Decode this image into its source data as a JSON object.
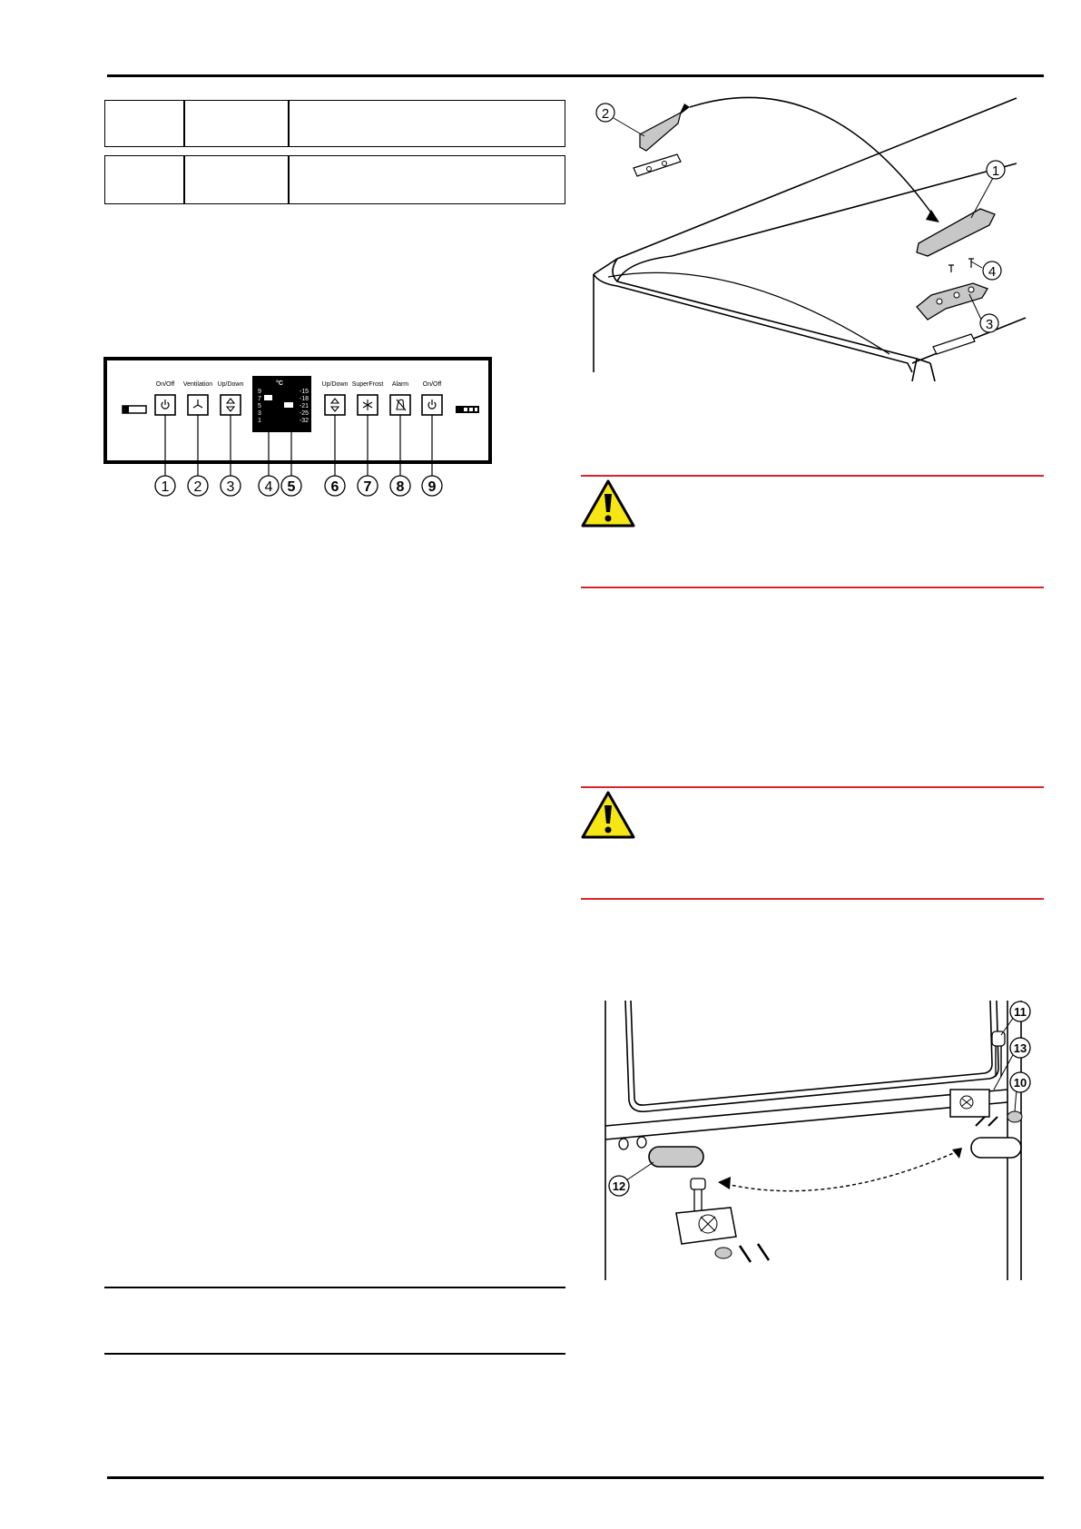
{
  "control_panel": {
    "labels": {
      "on_off_left": "On/Off",
      "ventilation": "Ventilation",
      "up_down_left": "Up/Down",
      "up_down_right": "Up/Down",
      "superfrost": "SuperFrost",
      "alarm": "Alarm",
      "on_off_right": "On/Off"
    },
    "display": {
      "unit": "°C",
      "left_scale": [
        "9",
        "7",
        "5",
        "3",
        "1"
      ],
      "right_scale": [
        "-15",
        "-18",
        "-21",
        "-25",
        "-32"
      ]
    },
    "callouts": [
      "1",
      "2",
      "3",
      "4",
      "5",
      "6",
      "7",
      "8",
      "9"
    ]
  },
  "top_view_figure": {
    "callouts": [
      "1",
      "2",
      "3",
      "4"
    ]
  },
  "hinge_figure": {
    "callouts": [
      "10",
      "11",
      "12",
      "13"
    ]
  },
  "colors": {
    "warning_rule": "#d9252a",
    "warning_fill": "#f5e614"
  },
  "icons": [
    "warning-triangle-icon",
    "power-icon",
    "fan-icon",
    "up-down-arrow-icon",
    "snowflake-icon",
    "bell-icon"
  ]
}
